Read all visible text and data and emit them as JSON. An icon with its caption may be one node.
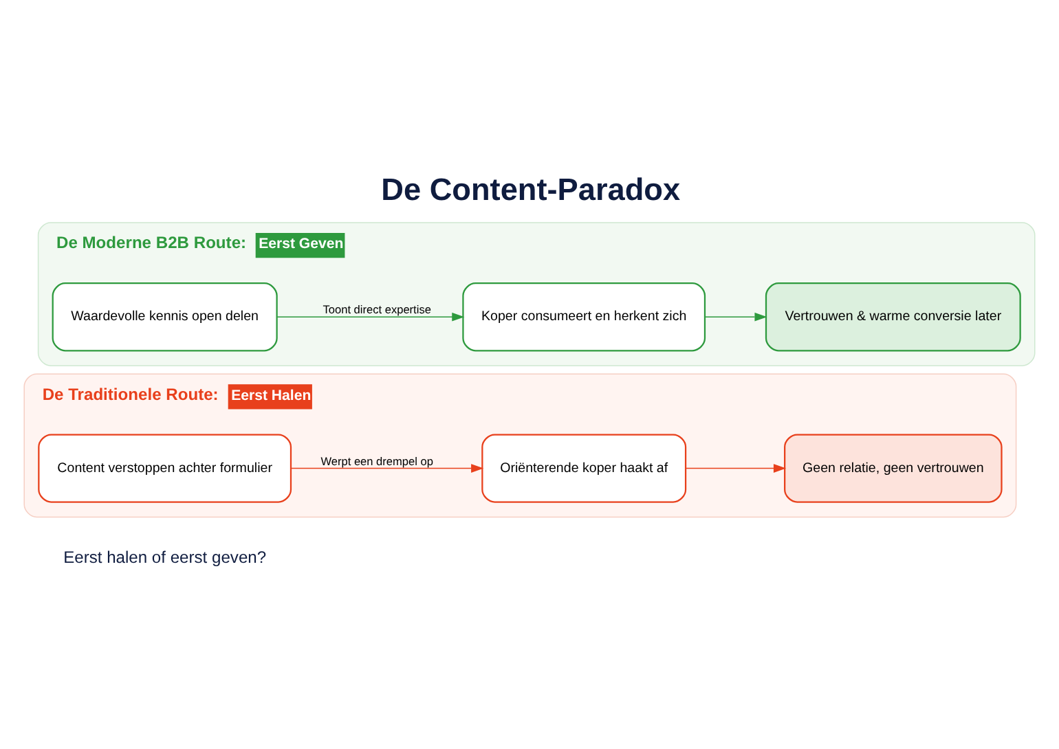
{
  "diagram": {
    "title": "De Content-Paradox",
    "nodes": [
      {
        "text": [
          "De Traditionele Route:",
          "Eerst Halen"
        ]
      },
      {
        "text": [
          "Content verstoppen achter formulier"
        ],
        "in": 0
      },
      {
        "text": [
          "Oriënterende koper haakt af"
        ],
        "in": 0
      },
      {
        "text": [
          "Geen relatie, geen vertrouwen"
        ],
        "in": 0
      },
      {
        "text": [
          "De Moderne B2B Route:",
          "Eerst Geven"
        ]
      },
      {
        "text": [
          "Waardevolle kennis open delen"
        ],
        "in": 4
      },
      {
        "text": [
          "Koper consumeert en herkent zich"
        ],
        "in": 4
      },
      {
        "text": [
          "Vertrouwen & warme conversie later"
        ],
        "in": 4
      }
    ],
    "edges": [
      {
        "from": 1,
        "to": 2,
        "arrow": "to",
        "label": "Werpt een drempel op",
        "color": "#e8401c"
      },
      {
        "from": 2,
        "to": 3,
        "arrow": "to",
        "color": "#e8401c"
      },
      {
        "from": 5,
        "to": 6,
        "arrow": "to",
        "label": "Toont direct expertise",
        "color": "#2e9a3e"
      },
      {
        "from": 6,
        "to": 7,
        "arrow": "to",
        "color": "#2e9a3e"
      }
    ],
    "labels": [
      "Eerst halen of eerst geven?"
    ]
  }
}
